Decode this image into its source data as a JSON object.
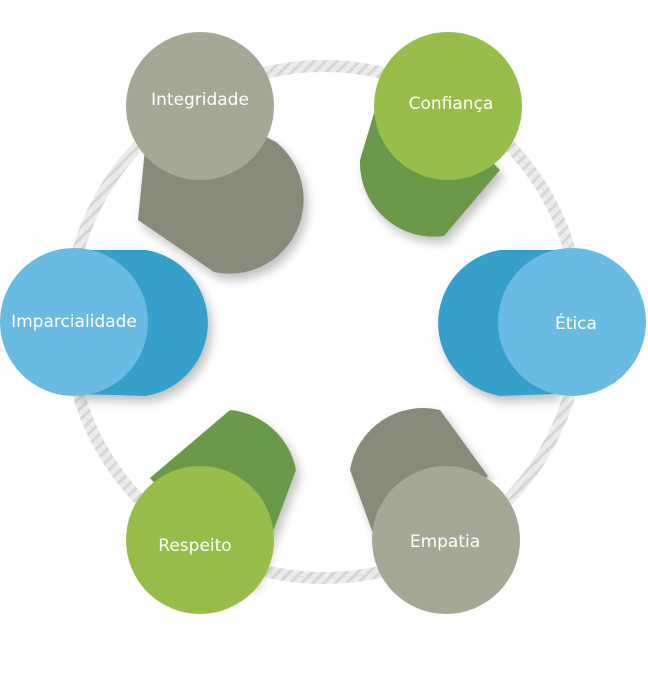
{
  "diagram": {
    "nodes": [
      {
        "id": "integridade",
        "label": "Integridade",
        "color": "#a7a796",
        "shade": "#8a8a7a"
      },
      {
        "id": "confianca",
        "label": "Confiança",
        "color": "#97bd4a",
        "shade": "#6b9a4a"
      },
      {
        "id": "etica",
        "label": "Ética",
        "color": "#69bbe4",
        "shade": "#35a0c9"
      },
      {
        "id": "empatia",
        "label": "Empatia",
        "color": "#a7a796",
        "shade": "#8a8a7a"
      },
      {
        "id": "respeito",
        "label": "Respeito",
        "color": "#97bd4a",
        "shade": "#6b9a4a"
      },
      {
        "id": "imparcialidade",
        "label": "Imparcialidade",
        "color": "#69bbe4",
        "shade": "#35a0c9"
      }
    ],
    "ring": {
      "color": "#e6e6e6"
    }
  }
}
